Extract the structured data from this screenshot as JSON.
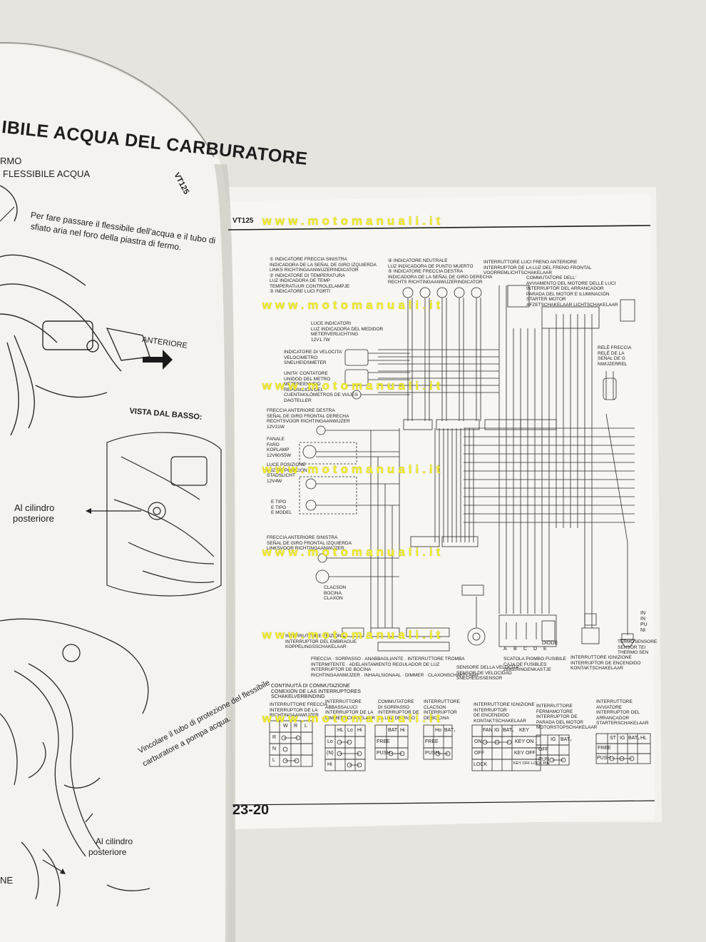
{
  "left_page": {
    "title": "IBILE ACQUA DEL CARBURATORE",
    "label_rmo": "RMO",
    "label_flessibile": "FLESSIBILE ACQUA",
    "note_top": [
      "Per fare passare il flessibile dell'acqua e il tubo di",
      "sfiato aria nel foro della piastra di fermo."
    ],
    "anteriore": "ANTERIORE",
    "vista": "VISTA DAL BASSO:",
    "cilindro_1": [
      "Al cilindro",
      "posteriore"
    ],
    "note_bottom": [
      "Vincolare il tubo di protezione del flessibile",
      "carburatore a pompa acqua."
    ],
    "cilindro_2": [
      "Al cilindro",
      "posteriore"
    ],
    "corner": "NE",
    "running_head": "VT125"
  },
  "right_page": {
    "header": "VT125",
    "page_number": "23-20",
    "legend_left": [
      "① INDICATORE FRECCIA SINISTRA",
      "INDICADORA DE LA SEÑAL DE GIRO IZQUIERDA",
      "LINKS RICHTINGAANWIJZERINDICATOR",
      "② INDICATORE DI TEMPERATURA",
      "LUZ INDICADORA DE TEMP",
      "TEMPERATUUR CONTROLELAMPJE",
      "③ INDICATORE LUCI FORTI"
    ],
    "legend_mid": [
      "④ INDICATORE NEUTRALE",
      "LUZ INDICADORA DE PUNTO MUERTO",
      "⑤ INDICATORE FRECCIA DESTRA",
      "INDICADORA DE LA SEÑAL DE GIRO DERECHA",
      "RECHTS RICHTINGAANWIJZERINDICATOR"
    ],
    "legend_right": [
      "INTERRUTTORE LUCI FRENO ANTERIORE",
      "INTERRUPTOR DE LA LUZ DEL FRENO FRONTAL",
      "VOORREMLICHTSCHAKELAAR"
    ],
    "commutatore": [
      "COMMUTATORE DELL'",
      "AVVIAMENTO DEL MOTORE DELLE LUCI",
      "INTERRUPTOR DEL ARRANCADOR",
      "PARADA DEL MOTOR E ILUMINACIÓN",
      "STARTER MOTOR",
      "AFZETSCHAKELAAR LICHTSCHAKELAAR"
    ],
    "rele": [
      "RELÈ FRECCIA",
      "RELÉ DE LA",
      "SEÑAL DE G",
      "NWIJZERREL"
    ],
    "luce_indicatori": [
      "LUCE INDICATORI",
      "LUZ INDICADORA DEL MEDIDOR",
      "METERVERLICHTING",
      "12V1.7W"
    ],
    "velocita": [
      "INDICATORE DI VELOCITA'",
      "VELOCIMETRO",
      "SNELHEIDSMETER"
    ],
    "contatore": [
      "UNITA' CONTATORE",
      "UNIDOD DEL METRO",
      "METEREENHEID",
      "REPOSICIÓN DEL",
      "CUENTAKILÓMETROS DE VIAJES",
      "DAGTELLER"
    ],
    "freccia_ant_dx": [
      "FRECCIA ANTERIORE DESTRA",
      "SEÑAL DE GIRO FRONTAL DERECHA",
      "RECHTSVOOR RICHTINGAANWIJZER",
      "12V21W"
    ],
    "fanale": [
      "FANALE",
      "FARO",
      "KOPLAMP",
      "12V60/55W"
    ],
    "luce_pos": [
      "LUCE POSIZIONE",
      "LUZ DE POSICIÓN",
      "STADSLICHT",
      "12V4W"
    ],
    "etipo": [
      "E TIPO",
      "E TIPO",
      "E MODEL"
    ],
    "freccia_ant_sx": [
      "FRECCIA ANTERIORE SINISTRA",
      "SEÑAL DE GIRO FRONTAL IZQUIERDA",
      "LINKSVOOR RICHTINGAANWIJZER"
    ],
    "clacson": [
      "CLACSON",
      "BOCINA",
      "CLAXON"
    ],
    "frizione": [
      "INTERRUTTORE FRIZIONE",
      "INTERRUPTOR DEL EMBRAGUE",
      "KOPPELINGSSCHAKELAAR"
    ],
    "freccia_row": [
      "FRECCIA · SORPASSO · ANABBAGLIANTE · INTERRUTTORE TROMBA",
      "INTERMITENTE · ADELANTAMIENTO  REGULADOR DE LUZ",
      "INTERRUPTOR DE BOCINA",
      "RICHTINGAANWIJZER · INHAALSIGNAAL · DIMMER · CLAXONSCHAKELAAR"
    ],
    "scatola": [
      "SCATOLA PIOMBO FUSIBILE",
      "CAJA DE FUSIBLES",
      "ZEKERINGENKASTJE"
    ],
    "diode": "DIODE",
    "fuse_labels": [
      "A",
      "B",
      "C",
      "D",
      "E"
    ],
    "sensore_vel": [
      "SENSORE DELLA VELOCITA'",
      "SENSOR DE VELOCIDAD",
      "SNELHEIDSSENSOR"
    ],
    "accensione": [
      "INTERRUTTORE IGNIZIONE",
      "INTERRUPTOR DE ENCENDIDO",
      "KONTAKTSCHAKELAAR"
    ],
    "termosensore": [
      "TERMOSENSORE",
      "SENSOR TEI",
      "THERMO SEN"
    ],
    "side_letters": [
      "IN",
      "IN",
      "PU",
      "NI"
    ],
    "continuita": [
      "CONTINUITÀ DI COMMUTAZIONE",
      "CONEXIÓN DE LAS INTERRUPTORES",
      "SCHAKELVERBINDING"
    ],
    "switch_titles": [
      [
        "INTERRUTTORE FRECCIA",
        "INTERRUPTOR DE LA",
        "RICHTINGAANWIJZER"
      ],
      [
        "INTERRUTTORE",
        "ABBASSALUCI",
        "INTERRUPTOR DE LA",
        "DIMMERSCHAKELAAR"
      ],
      [
        "COMMUTATORE",
        "DI SORPASSO",
        "INTERRUPTOR DE",
        "LA LUZ DE PASO"
      ],
      [
        "INTERRUTTORE",
        "CLACSON",
        "INTERRUPTOR",
        "DE BOCINA"
      ],
      [
        "INTERRUTTORE IGNIZIONE",
        "INTERRUPTOR",
        "DE ENCENDIDO",
        "KONTAKTSCHAKELAAR"
      ],
      [
        "INTERRUTTORE",
        "FERMAMOTORE",
        "INTERRUPTOR DE",
        "PARADA DEL MOTOR",
        "MOTORSTOPSCHAKELAAR"
      ],
      [
        "INTERRUTTORE",
        "AVVIATORE",
        "INTERRUPTOR DEL",
        "ARRANCADOR",
        "STARTERSCHAKELAAR"
      ]
    ],
    "tbl_turn": {
      "head": [
        "",
        "W",
        "R",
        "L"
      ],
      "rows": [
        "R",
        "N",
        "L"
      ]
    },
    "tbl_dim": {
      "head": [
        "",
        "HL",
        "Lo",
        "Hi"
      ],
      "rows": [
        "Lo",
        "(N)",
        "Hi"
      ]
    },
    "tbl_pass": {
      "head": [
        "",
        "BAT₁",
        "Hi"
      ],
      "rows": [
        "FREE",
        "PUSH"
      ]
    },
    "tbl_horn": {
      "head": [
        "",
        "Ho",
        "BAT₁"
      ],
      "rows": [
        "FREE",
        "PUSH"
      ]
    },
    "tbl_ign": {
      "head": [
        "",
        "FAN",
        "IG",
        "BAT₁",
        "KEY"
      ],
      "rows": [
        "ON",
        "OFF",
        "LOCK"
      ],
      "key": [
        "KEY ON",
        "KEY OFF",
        "KEY OFF LOCK PIN"
      ]
    },
    "tbl_stop": {
      "head": [
        "",
        "IG",
        "BAT₂"
      ],
      "rows": [
        "OFF",
        "RUN"
      ]
    },
    "tbl_start": {
      "head": [
        "",
        "ST",
        "IG",
        "BAT₂",
        "HL"
      ],
      "rows": [
        "FREE",
        "PUSH"
      ]
    }
  },
  "watermark": "www.motomanuali.it",
  "colors": {
    "background": "#e9e7e3",
    "paper": "#f6f5f1",
    "ink": "#1d1d1d",
    "watermark": "#f2ee2a"
  }
}
